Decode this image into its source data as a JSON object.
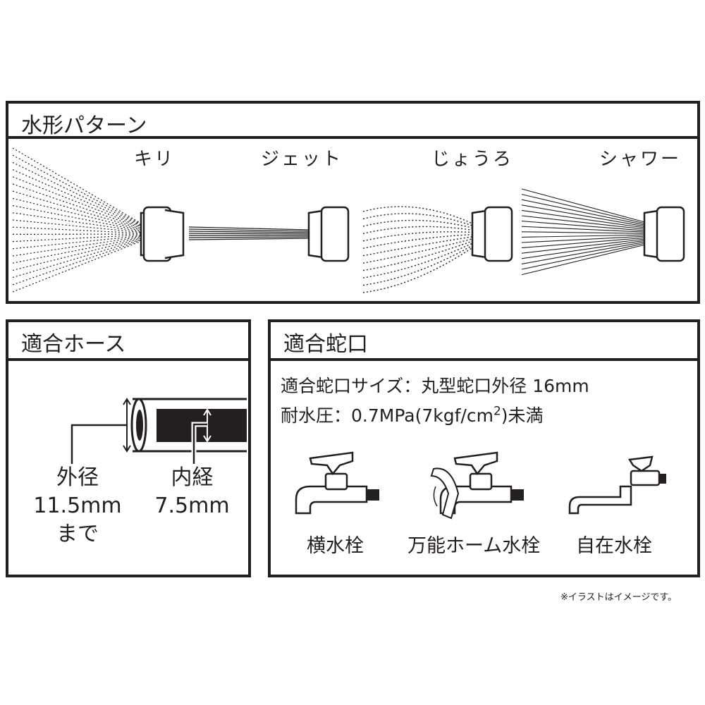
{
  "spray_patterns": {
    "title": "水形パターン",
    "patterns": [
      {
        "label": "キリ"
      },
      {
        "label": "ジェット"
      },
      {
        "label": "じょうろ"
      },
      {
        "label": "シャワー"
      }
    ]
  },
  "hose": {
    "title": "適合ホース",
    "outer_label": "外径",
    "outer_value": "11.5mm",
    "outer_suffix": "まで",
    "inner_label": "内経",
    "inner_value": "7.5mm"
  },
  "faucet": {
    "title": "適合蛇口",
    "size_spec": "適合蛇口サイズ：丸型蛇口外径 16mm",
    "pressure_spec_prefix": "耐水圧：0.7MPa(7kgf/cm",
    "pressure_spec_sup": "2",
    "pressure_spec_suffix": ")未満",
    "types": [
      {
        "label": "横水栓"
      },
      {
        "label": "万能ホーム水栓"
      },
      {
        "label": "自在水栓"
      }
    ]
  },
  "note": "※イラストはイメージです。",
  "colors": {
    "ink": "#231f20",
    "background": "#ffffff"
  }
}
